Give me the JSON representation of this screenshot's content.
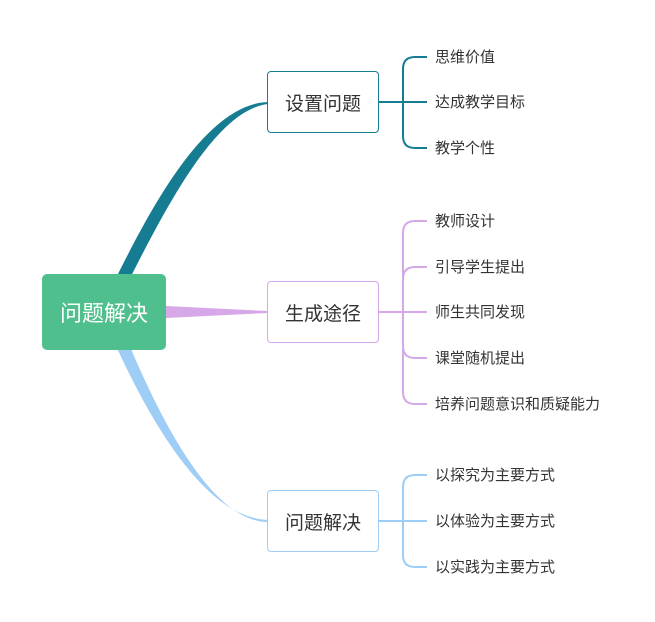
{
  "root": {
    "label": "问题解决",
    "color": "#4fc08d"
  },
  "branches": [
    {
      "label": "设置问题",
      "color": "#167c91",
      "children": [
        "思维价值",
        "达成教学目标",
        "教学个性"
      ]
    },
    {
      "label": "生成途径",
      "color": "#d6a8e8",
      "children": [
        "教师设计",
        "引导学生提出",
        "师生共同发现",
        "课堂随机提出",
        "培养问题意识和质疑能力"
      ]
    },
    {
      "label": "问题解决",
      "color": "#9ecdf5",
      "children": [
        "以探究为主要方式",
        "以体验为主要方式",
        "以实践为主要方式"
      ]
    }
  ]
}
